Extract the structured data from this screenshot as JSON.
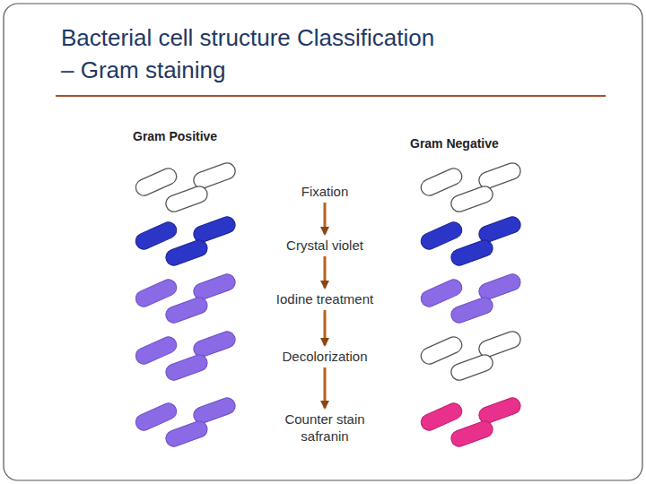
{
  "diagram": {
    "title": "Bacterial cell structure Classification – Gram staining",
    "nodes": [
      {
        "text": [
          "Fixation"
        ]
      },
      {
        "text": [
          "Crystal violet"
        ]
      },
      {
        "text": [
          "Iodine treatment"
        ]
      },
      {
        "text": [
          "Decolorization"
        ]
      },
      {
        "text": [
          "Counter stain safranin"
        ]
      }
    ],
    "edges": [
      {
        "from": 0,
        "to": 1,
        "arrow": "to"
      },
      {
        "from": 1,
        "to": 2,
        "arrow": "to"
      },
      {
        "from": 2,
        "to": 3,
        "arrow": "to"
      },
      {
        "from": 3,
        "to": 4,
        "arrow": "to"
      }
    ],
    "labels": [
      "Gram Positive",
      "Gram Negative"
    ]
  }
}
